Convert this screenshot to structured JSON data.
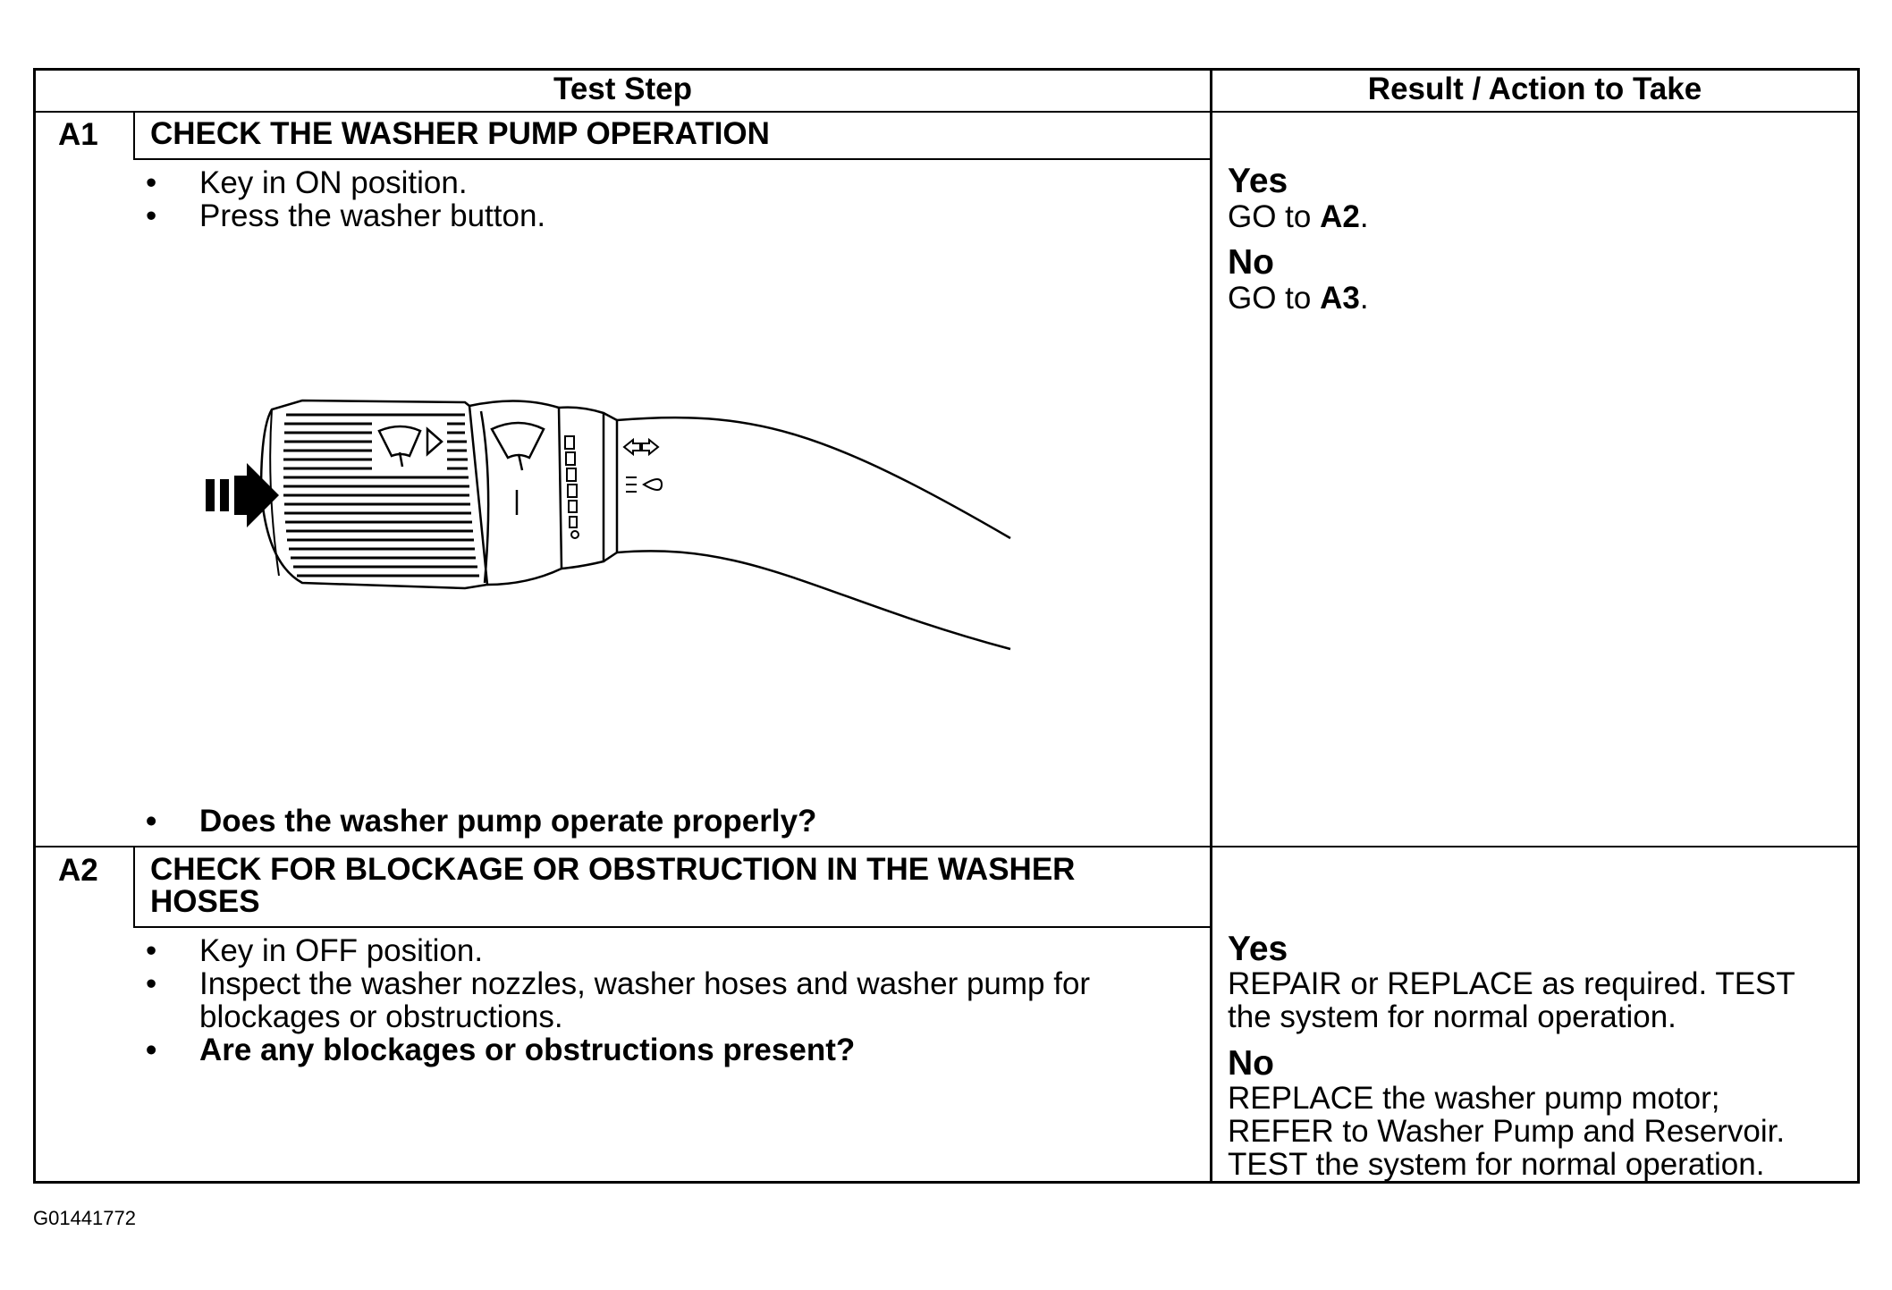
{
  "table": {
    "header": {
      "col1": "Test Step",
      "col2": "Result / Action to Take"
    },
    "steps": [
      {
        "id": "A1",
        "title": "CHECK THE WASHER PUMP OPERATION",
        "bullets": [
          "Key in ON position.",
          "Press the washer button."
        ],
        "question": "Does the washer pump operate properly?",
        "results": [
          {
            "label": "Yes",
            "text_prefix": "GO to ",
            "target": "A2",
            "text_suffix": "."
          },
          {
            "label": "No",
            "text_prefix": "GO to ",
            "target": "A3",
            "text_suffix": "."
          }
        ]
      },
      {
        "id": "A2",
        "title_line1": "CHECK FOR BLOCKAGE OR OBSTRUCTION IN THE WASHER",
        "title_line2": "HOSES",
        "bullets": [
          "Key in OFF position.",
          "Inspect the washer nozzles, washer hoses and washer pump for",
          "blockages or obstructions."
        ],
        "question": "Are any blockages or obstructions present?",
        "results": [
          {
            "label": "Yes",
            "lines": [
              "REPAIR or REPLACE as required. TEST",
              "the system for normal operation."
            ]
          },
          {
            "label": "No",
            "lines": [
              "REPLACE the washer pump motor;",
              "REFER to Washer Pump and Reservoir.",
              "TEST the system for normal operation."
            ]
          }
        ]
      }
    ]
  },
  "figure_id": "G01441772",
  "illustration": {
    "icon": "wiper-stalk-illustration",
    "arrow": "press-arrow-icon"
  }
}
